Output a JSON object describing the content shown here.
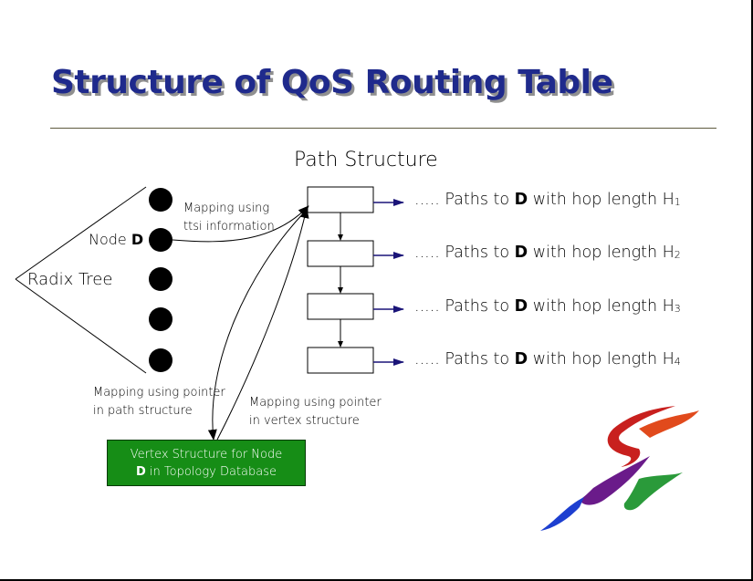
{
  "title": "Structure of QoS Routing Table",
  "path_structure_heading": "Path Structure",
  "path_rows": [
    {
      "prefix": "..... Paths to ",
      "node": "D",
      "middle": " with hop length H",
      "subscript": "1"
    },
    {
      "prefix": "..... Paths to ",
      "node": "D",
      "middle": " with hop length H",
      "subscript": "2"
    },
    {
      "prefix": "..... Paths to ",
      "node": "D",
      "middle": " with hop length H",
      "subscript": "3"
    },
    {
      "prefix": "..... Paths to ",
      "node": "D",
      "middle": " with hop length H",
      "subscript": "4"
    }
  ],
  "radix_tree_label": "Radix Tree",
  "node_label": {
    "prefix": "Node ",
    "node": "D"
  },
  "mapping_ttsi": {
    "line1": "Mapping using",
    "line2": "ttsi information"
  },
  "mapping_path_pointer": {
    "line1": "Mapping using pointer",
    "line2": "in path structure"
  },
  "mapping_vertex_pointer": {
    "line1": "Mapping using pointer",
    "line2": "in vertex structure"
  },
  "vertex_box": {
    "line1": "Vertex Structure for Node",
    "node": "D",
    "line2_rest": " in Topology Database"
  },
  "colors": {
    "title": "#1f2a8c",
    "title_shadow": "#8f8f8f",
    "rule": "#5e5a3e",
    "arrow": "#1a1478",
    "vertex_box_fill": "#168d16",
    "node_circle": "#000000",
    "logo": [
      "#d42b1e",
      "#6a1b8a",
      "#1d3fd0",
      "#2a9a3a"
    ]
  },
  "logo": "wavy-s-brush-logo"
}
